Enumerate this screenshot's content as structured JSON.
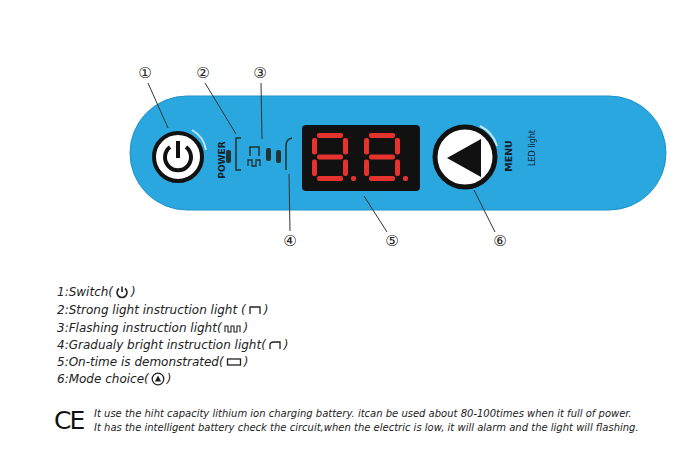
{
  "diagram": {
    "nodes": [
      {
        "text": [
          "POWER",
          "MENU",
          "LED light"
        ]
      }
    ],
    "labels": [
      "①",
      "②",
      "③",
      "④",
      "⑤",
      "⑥",
      "1:Switch(",
      ")",
      "2:Strong light instruction light (",
      ")",
      "3:Flashing instruction light(",
      ")",
      "4:Gradualy bright instruction light(",
      ")",
      "5:On-time is demonstrated(",
      ")",
      "6:Mode choice(",
      ")",
      "CE",
      "It use the hiht capacity lithium ion charging battery. itcan be used about 80-100times when it full of power.",
      "It has the intelligent battery check the circuit,when the electric is low, it will alarm and the light will flashing."
    ]
  }
}
